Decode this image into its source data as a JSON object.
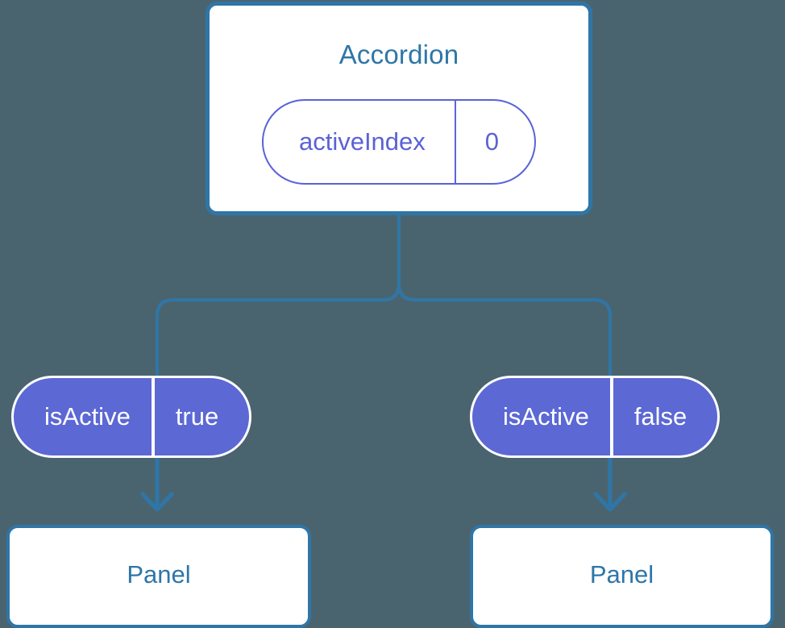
{
  "diagram": {
    "type": "component-tree",
    "background_color": "#4a646f",
    "accent_color": "#2e76a8",
    "state_color": "#5b62d6",
    "prop_fill_color": "#5c68d4",
    "root": {
      "name": "accordion-component",
      "title": "Accordion",
      "state": {
        "key": "activeIndex",
        "value": "0"
      }
    },
    "branches": [
      {
        "name": "branch-left",
        "prop": {
          "key": "isActive",
          "value": "true"
        },
        "child": {
          "title": "Panel"
        }
      },
      {
        "name": "branch-right",
        "prop": {
          "key": "isActive",
          "value": "false"
        },
        "child": {
          "title": "Panel"
        }
      }
    ]
  }
}
